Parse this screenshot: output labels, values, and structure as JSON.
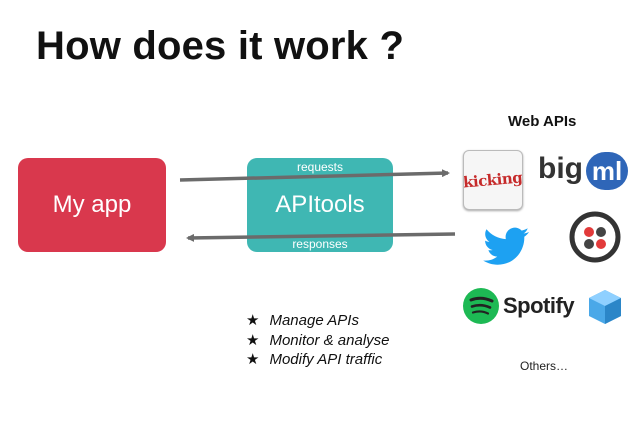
{
  "title": "How does it work ?",
  "web_apis_title": "Web APIs",
  "my_app_label": "My app",
  "apitools_label": "APItools",
  "requests_label": "requests",
  "responses_label": "responses",
  "features": [
    "Manage APIs",
    "Monitor & analyse",
    "Modify API traffic"
  ],
  "bullet_glyph": "★",
  "others_label": "Others…",
  "logos": {
    "kicking_text": "kicking",
    "bigml_text_big": "big",
    "bigml_text_ml": "ml",
    "spotify_text": "Spotify"
  },
  "colors": {
    "my_app": "#d9384d",
    "apitools": "#3fb7b3",
    "arrow": "#6b6b6b",
    "twitter": "#1da1f2",
    "spotify": "#1db954",
    "bigml": "#2f66b8"
  }
}
